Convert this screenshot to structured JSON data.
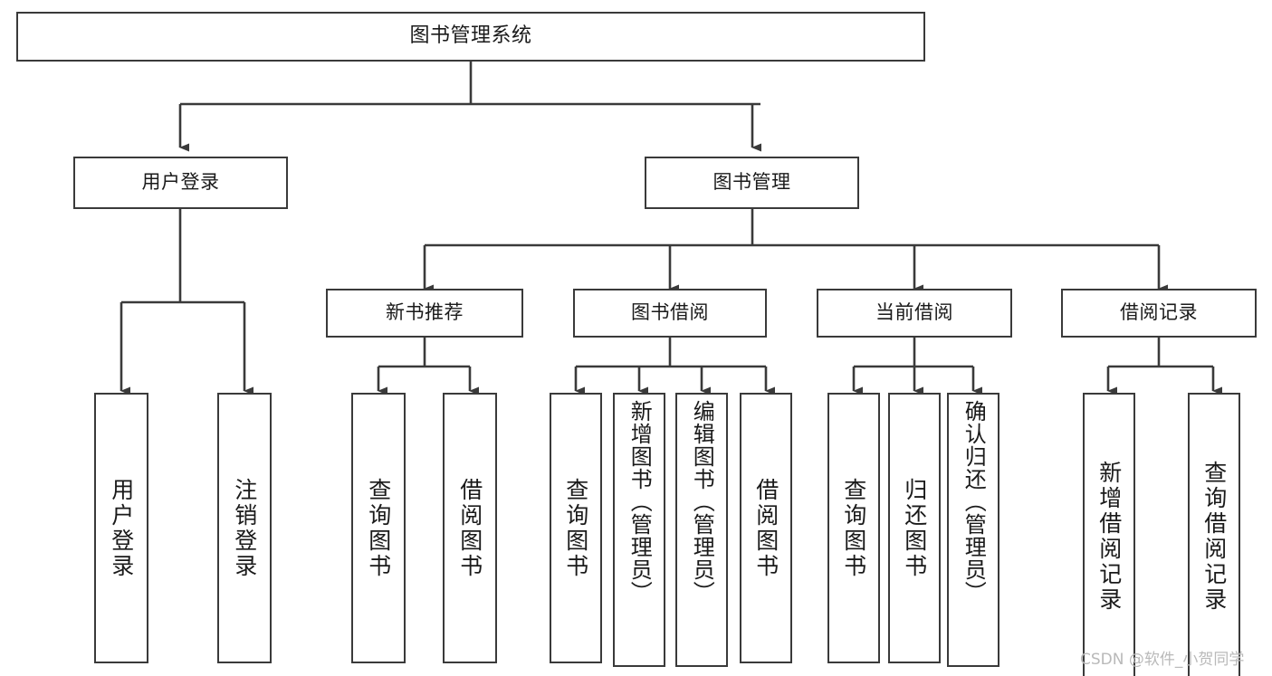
{
  "diagram": {
    "title": "图书管理系统",
    "type": "功能结构图",
    "style": {
      "stroke": "#3a3a3a",
      "fill": "#ffffff",
      "text": "#1a1a1a",
      "watermark_color": "#b9b9b9"
    },
    "watermark": "CSDN @软件_小贺同学",
    "nodes": {
      "root": {
        "label": "图书管理系统"
      },
      "level2": [
        {
          "id": "user-login",
          "label": "用户登录"
        },
        {
          "id": "book-management",
          "label": "图书管理"
        }
      ],
      "level3": [
        {
          "id": "new-book-recommend",
          "label": "新书推荐"
        },
        {
          "id": "book-borrow",
          "label": "图书借阅"
        },
        {
          "id": "current-borrow",
          "label": "当前借阅"
        },
        {
          "id": "borrow-record",
          "label": "借阅记录"
        }
      ],
      "leaves": {
        "user_login": [
          {
            "id": "leaf-user-login",
            "label": "用户登录"
          },
          {
            "id": "leaf-logout-login",
            "label": "注销登录"
          }
        ],
        "new_book_recommend": [
          {
            "id": "leaf-query-book-1",
            "label": "查询图书"
          },
          {
            "id": "leaf-borrow-book-1",
            "label": "借阅图书"
          }
        ],
        "book_borrow": [
          {
            "id": "leaf-query-book-2",
            "label": "查询图书"
          },
          {
            "id": "leaf-add-book",
            "label": "新增图书（管理员）"
          },
          {
            "id": "leaf-edit-book",
            "label": "编辑图书（管理员）"
          },
          {
            "id": "leaf-borrow-book-2",
            "label": "借阅图书"
          }
        ],
        "current_borrow": [
          {
            "id": "leaf-query-book-3",
            "label": "查询图书"
          },
          {
            "id": "leaf-return-book",
            "label": "归还图书"
          },
          {
            "id": "leaf-confirm-return",
            "label": "确认归还（管理员）"
          }
        ],
        "borrow_record": [
          {
            "id": "leaf-add-borrow-record",
            "label": "新增借阅记录"
          },
          {
            "id": "leaf-query-borrow-record",
            "label": "查询借阅记录"
          }
        ]
      }
    }
  }
}
